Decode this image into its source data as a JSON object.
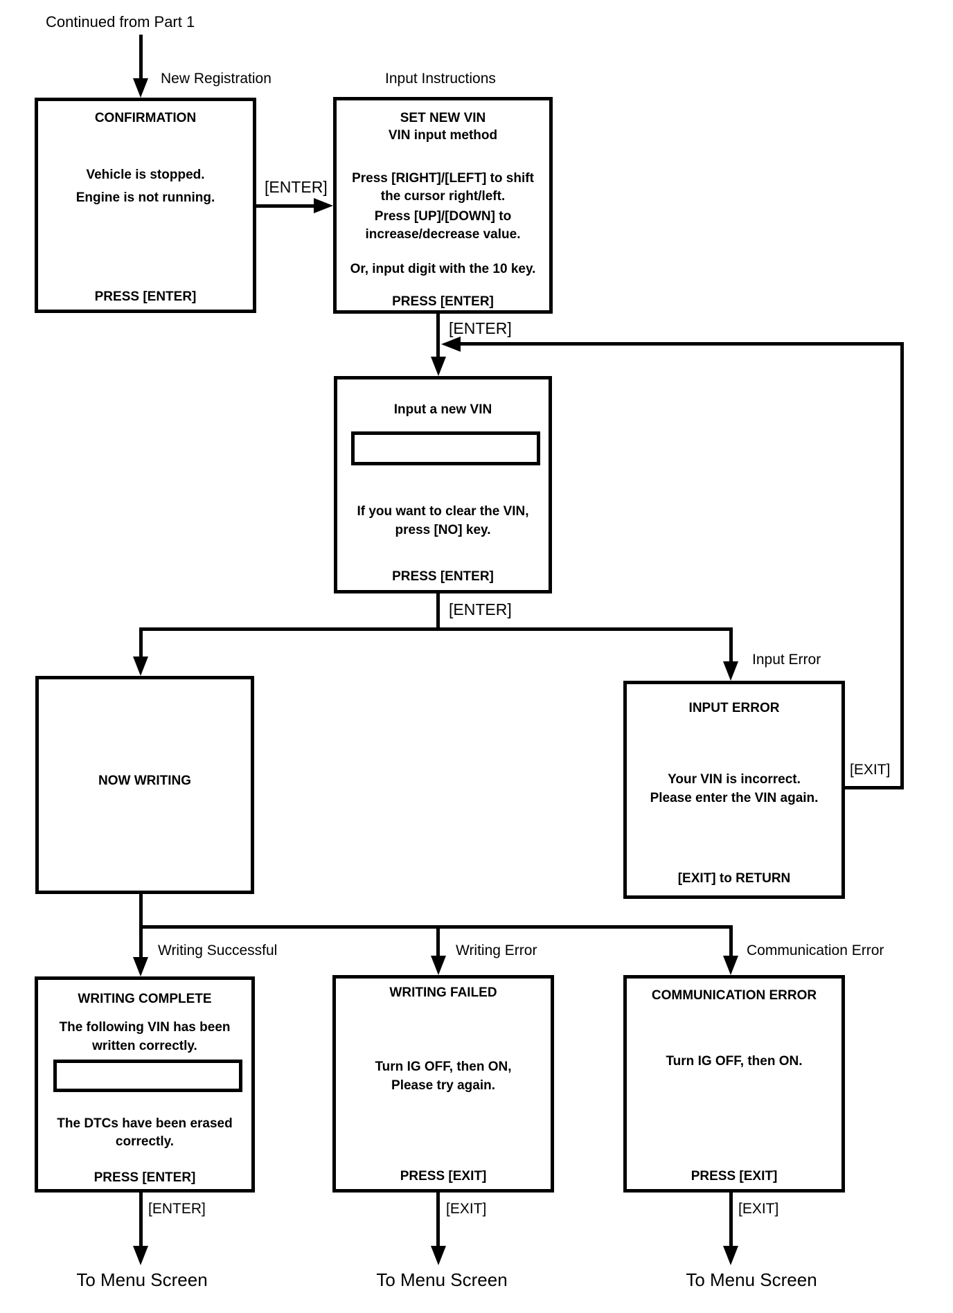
{
  "labels": {
    "continued_from": "Continued from Part 1",
    "new_registration": "New Registration",
    "input_instructions": "Input Instructions",
    "input_error": "Input Error",
    "writing_successful": "Writing Successful",
    "writing_error": "Writing Error",
    "communication_error": "Communication Error"
  },
  "edge_labels": {
    "enter": "[ENTER]",
    "exit": "[EXIT]"
  },
  "terminals": {
    "to_menu": "To Menu Screen"
  },
  "boxes": {
    "confirmation": {
      "title": "CONFIRMATION",
      "lines": [
        "Vehicle is stopped.",
        "Engine is not running."
      ],
      "footer": "PRESS [ENTER]"
    },
    "set_new_vin": {
      "title": "SET NEW VIN",
      "subtitle": "VIN input method",
      "lines": [
        "Press [RIGHT]/[LEFT] to shift",
        "the cursor right/left.",
        "Press [UP]/[DOWN] to",
        "increase/decrease value.",
        "Or, input digit with the 10 key."
      ],
      "footer": "PRESS [ENTER]"
    },
    "input_vin": {
      "title": "Input a new VIN",
      "vin_field_value": "",
      "lines": [
        "If you want to clear the VIN,",
        "press [NO] key."
      ],
      "footer": "PRESS [ENTER]"
    },
    "now_writing": {
      "title": "NOW WRITING"
    },
    "input_error": {
      "title": "INPUT ERROR",
      "lines": [
        "Your VIN is incorrect.",
        "Please enter the VIN again."
      ],
      "footer": "[EXIT] to RETURN"
    },
    "writing_complete": {
      "title": "WRITING COMPLETE",
      "lines": [
        "The following VIN has been",
        "written correctly."
      ],
      "vin_field_value": "",
      "lines2": [
        "The DTCs have been erased",
        "correctly."
      ],
      "footer": "PRESS [ENTER]"
    },
    "writing_failed": {
      "title": "WRITING FAILED",
      "lines": [
        "Turn IG OFF, then ON,",
        "Please try again."
      ],
      "footer": "PRESS [EXIT]"
    },
    "communication_error": {
      "title": "COMMUNICATION ERROR",
      "lines": [
        "Turn IG OFF, then ON."
      ],
      "footer": "PRESS [EXIT]"
    }
  },
  "edges": [
    {
      "from": "part1",
      "to": "confirmation",
      "label": "New Registration"
    },
    {
      "from": "confirmation",
      "to": "set_new_vin",
      "label": "[ENTER]"
    },
    {
      "from": "set_new_vin",
      "to": "input_vin",
      "label": "[ENTER]"
    },
    {
      "from": "input_vin",
      "to": "now_writing",
      "label": "[ENTER]"
    },
    {
      "from": "input_vin",
      "to": "input_error",
      "label": "Input Error"
    },
    {
      "from": "input_error",
      "to": "input_vin",
      "label": "[EXIT]"
    },
    {
      "from": "now_writing",
      "to": "writing_complete",
      "label": "Writing Successful"
    },
    {
      "from": "now_writing",
      "to": "writing_failed",
      "label": "Writing Error"
    },
    {
      "from": "now_writing",
      "to": "communication_error",
      "label": "Communication Error"
    },
    {
      "from": "writing_complete",
      "to": "menu_screen",
      "label": "[ENTER]"
    },
    {
      "from": "writing_failed",
      "to": "menu_screen",
      "label": "[EXIT]"
    },
    {
      "from": "communication_error",
      "to": "menu_screen",
      "label": "[EXIT]"
    }
  ],
  "colors": {
    "line": "#000000",
    "background": "#ffffff"
  }
}
